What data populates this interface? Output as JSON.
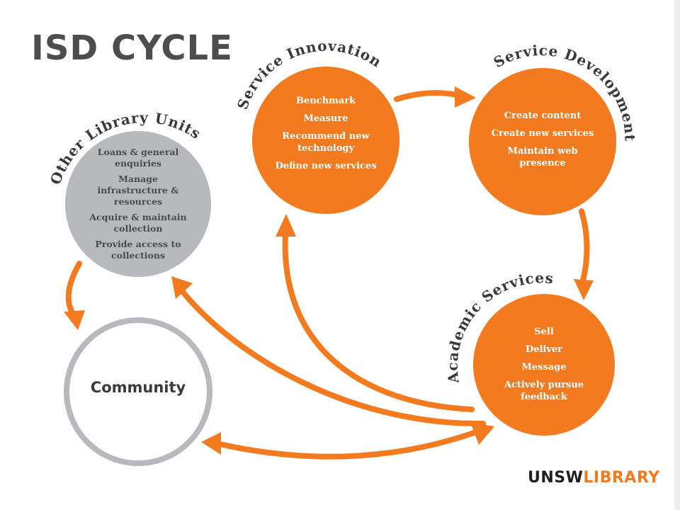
{
  "title": "ISD CYCLE",
  "colors": {
    "orange": "#f47a20",
    "grey_fill": "#b8b9bc",
    "grey_ring": "#b8b9bc",
    "title_color": "#4d4d4f",
    "label_color": "#3a3a3a"
  },
  "nodes": {
    "service_innovation": {
      "label": "Service Innovation",
      "items": [
        "Benchmark",
        "Measure",
        "Recommend new technology",
        "Define new services"
      ]
    },
    "service_development": {
      "label": "Service Development",
      "items": [
        "Create content",
        "Create new services",
        "Maintain web presence"
      ]
    },
    "academic_services": {
      "label": "Academic Services",
      "items": [
        "Sell",
        "Deliver",
        "Message",
        "Actively pursue feedback"
      ]
    },
    "other_library_units": {
      "label": "Other Library Units",
      "items": [
        "Loans & general enquiries",
        "Manage infrastructure & resources",
        "Acquire & maintain collection",
        "Provide access to collections"
      ]
    },
    "community": {
      "label": "Community"
    }
  },
  "logo": {
    "part1": "UNSW",
    "part2": "LIBRARY"
  }
}
